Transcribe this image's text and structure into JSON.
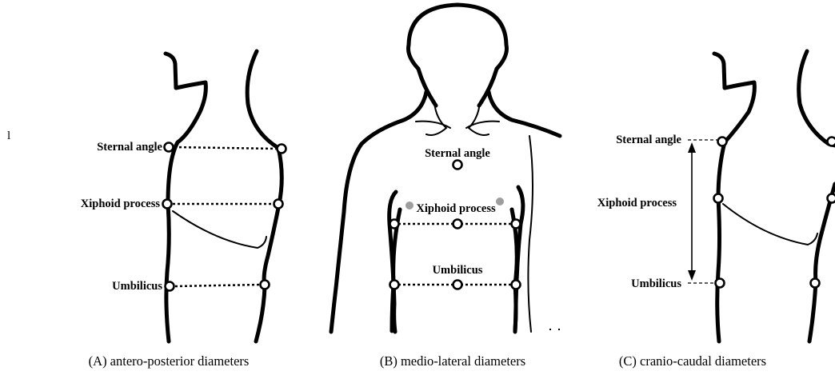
{
  "stray_mark": "l",
  "panels": [
    {
      "caption": "(A) antero-posterior diameters",
      "labels": {
        "sternal": "Sternal angle",
        "xiphoid": "Xiphoid process",
        "umbilicus": "Umbilicus"
      }
    },
    {
      "caption": "(B) medio-lateral diameters",
      "labels": {
        "sternal": "Sternal angle",
        "xiphoid": "Xiphoid process",
        "umbilicus": "Umbilicus"
      }
    },
    {
      "caption": "(C) cranio-caudal diameters",
      "labels": {
        "sternal": "Sternal angle",
        "xiphoid": "Xiphoid process",
        "umbilicus": "Umbilicus"
      }
    }
  ],
  "colors": {
    "outline": "#000000",
    "marker_fill": "#ffffff",
    "gray_marker": "#9e9e9e"
  }
}
